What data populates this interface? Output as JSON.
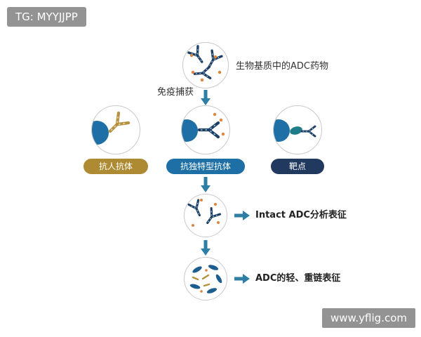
{
  "watermarks": {
    "top": "TG: MYYJJPP",
    "bottom": "www.yflig.com"
  },
  "steps": {
    "sample_label": "生物基质中的ADC药物",
    "capture_label": "免疫捕获",
    "intact_label": "Intact ADC分析表征",
    "chains_label": "ADC的轻、重链表征"
  },
  "capture_methods": [
    {
      "label": "抗人抗体"
    },
    {
      "label": "抗独特型抗体"
    },
    {
      "label": "靶点"
    }
  ],
  "colors": {
    "arrow_teal": "#2e7fa6",
    "pill_gold": "#ae8a33",
    "pill_blue": "#1d6fa5",
    "pill_navy": "#21395f",
    "bead_blue": "#1d6fa5",
    "antibody_navy": "#1d3f63",
    "antibody_gold": "#b5913f",
    "payload_orange": "#e0853a",
    "target_teal": "#1e7d88",
    "heavy_chain_blue": "#1d5e8f",
    "circle_border": "#c9c9c9",
    "badge_gray": "rgba(128,128,128,0.85)"
  }
}
